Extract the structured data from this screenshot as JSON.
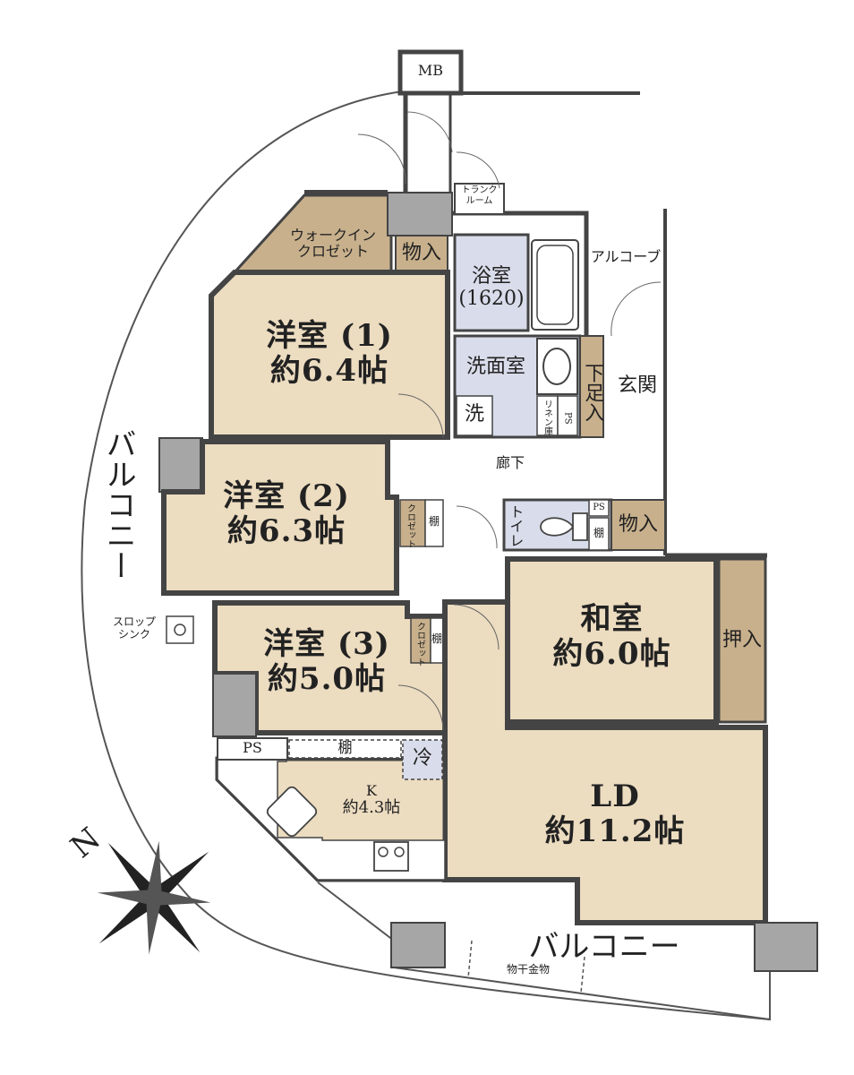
{
  "colors": {
    "room": "#ecdcc0",
    "storage": "#c8b08c",
    "wet": "#d9dcea",
    "wall": "#444444",
    "pillar": "#a6a6a6",
    "floor": "#ffffff",
    "outline": "#555555"
  },
  "icons": [
    "compass-rose-icon",
    "bathtub-icon",
    "toilet-icon",
    "stove-icon",
    "sink-icon",
    "washbasin-icon"
  ],
  "rooms": {
    "mb": "MB",
    "trunk_room": [
      "トランク",
      "ルーム"
    ],
    "walkin_closet": [
      "ウォークイン",
      "クロゼット"
    ],
    "storage_north": "物入",
    "bath": {
      "name": "浴室",
      "size": "(1620)"
    },
    "alcove": "アルコーブ",
    "western1": {
      "name": "洋室 (1)",
      "size": "約6.4帖"
    },
    "washroom": "洗面室",
    "washer": "洗",
    "linen": "リネン庫",
    "ps_wash": "PS",
    "shoe": "下足入",
    "entrance": "玄関",
    "hallway": "廊下",
    "western2": {
      "name": "洋室 (2)",
      "size": "約6.3帖"
    },
    "closet2": "クロゼット",
    "shelf2": "棚",
    "toilet": "トイレ",
    "ps_toilet": "PS",
    "shelf_toilet": "棚",
    "storage_toilet": "物入",
    "slop_sink": [
      "スロップ",
      "シンク"
    ],
    "western3": {
      "name": "洋室 (3)",
      "size": "約5.0帖"
    },
    "closet3": "クロゼット",
    "shelf3": "棚",
    "japanese": {
      "name": "和室",
      "size": "約6.0帖"
    },
    "oshiire": "押入",
    "ps_kitchen": "PS",
    "shelf_kitchen": "棚",
    "fridge": "冷",
    "kitchen": {
      "name": "K",
      "size": "約4.3帖"
    },
    "ld": {
      "name": "LD",
      "size": "約11.2帖"
    },
    "balcony_west": "バルコニー",
    "balcony_south": "バルコニー",
    "laundry_hanger": "物干金物",
    "north": "N"
  }
}
